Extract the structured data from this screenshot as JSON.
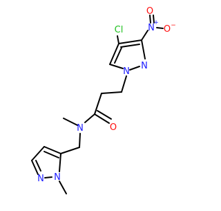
{
  "colors": {
    "background": "#ffffff",
    "bond": "#000000",
    "carbon": "#000000",
    "nitrogen": "#1a1aff",
    "oxygen": "#ff0d0d",
    "chlorine": "#1fc01f"
  },
  "atoms": {
    "chlorine": "Cl",
    "nitro_nitrogen": "N",
    "nitro_n_charge": "+",
    "nitro_oxygen_top": "O",
    "nitro_oxygen_right": "O",
    "nitro_o_charge": "−",
    "pyrazole1_n2": "N",
    "pyrazole1_n1": "N",
    "carbonyl_oxygen": "O",
    "amide_nitrogen": "N",
    "pyrazole2_n1": "N",
    "pyrazole2_n2": "N"
  }
}
